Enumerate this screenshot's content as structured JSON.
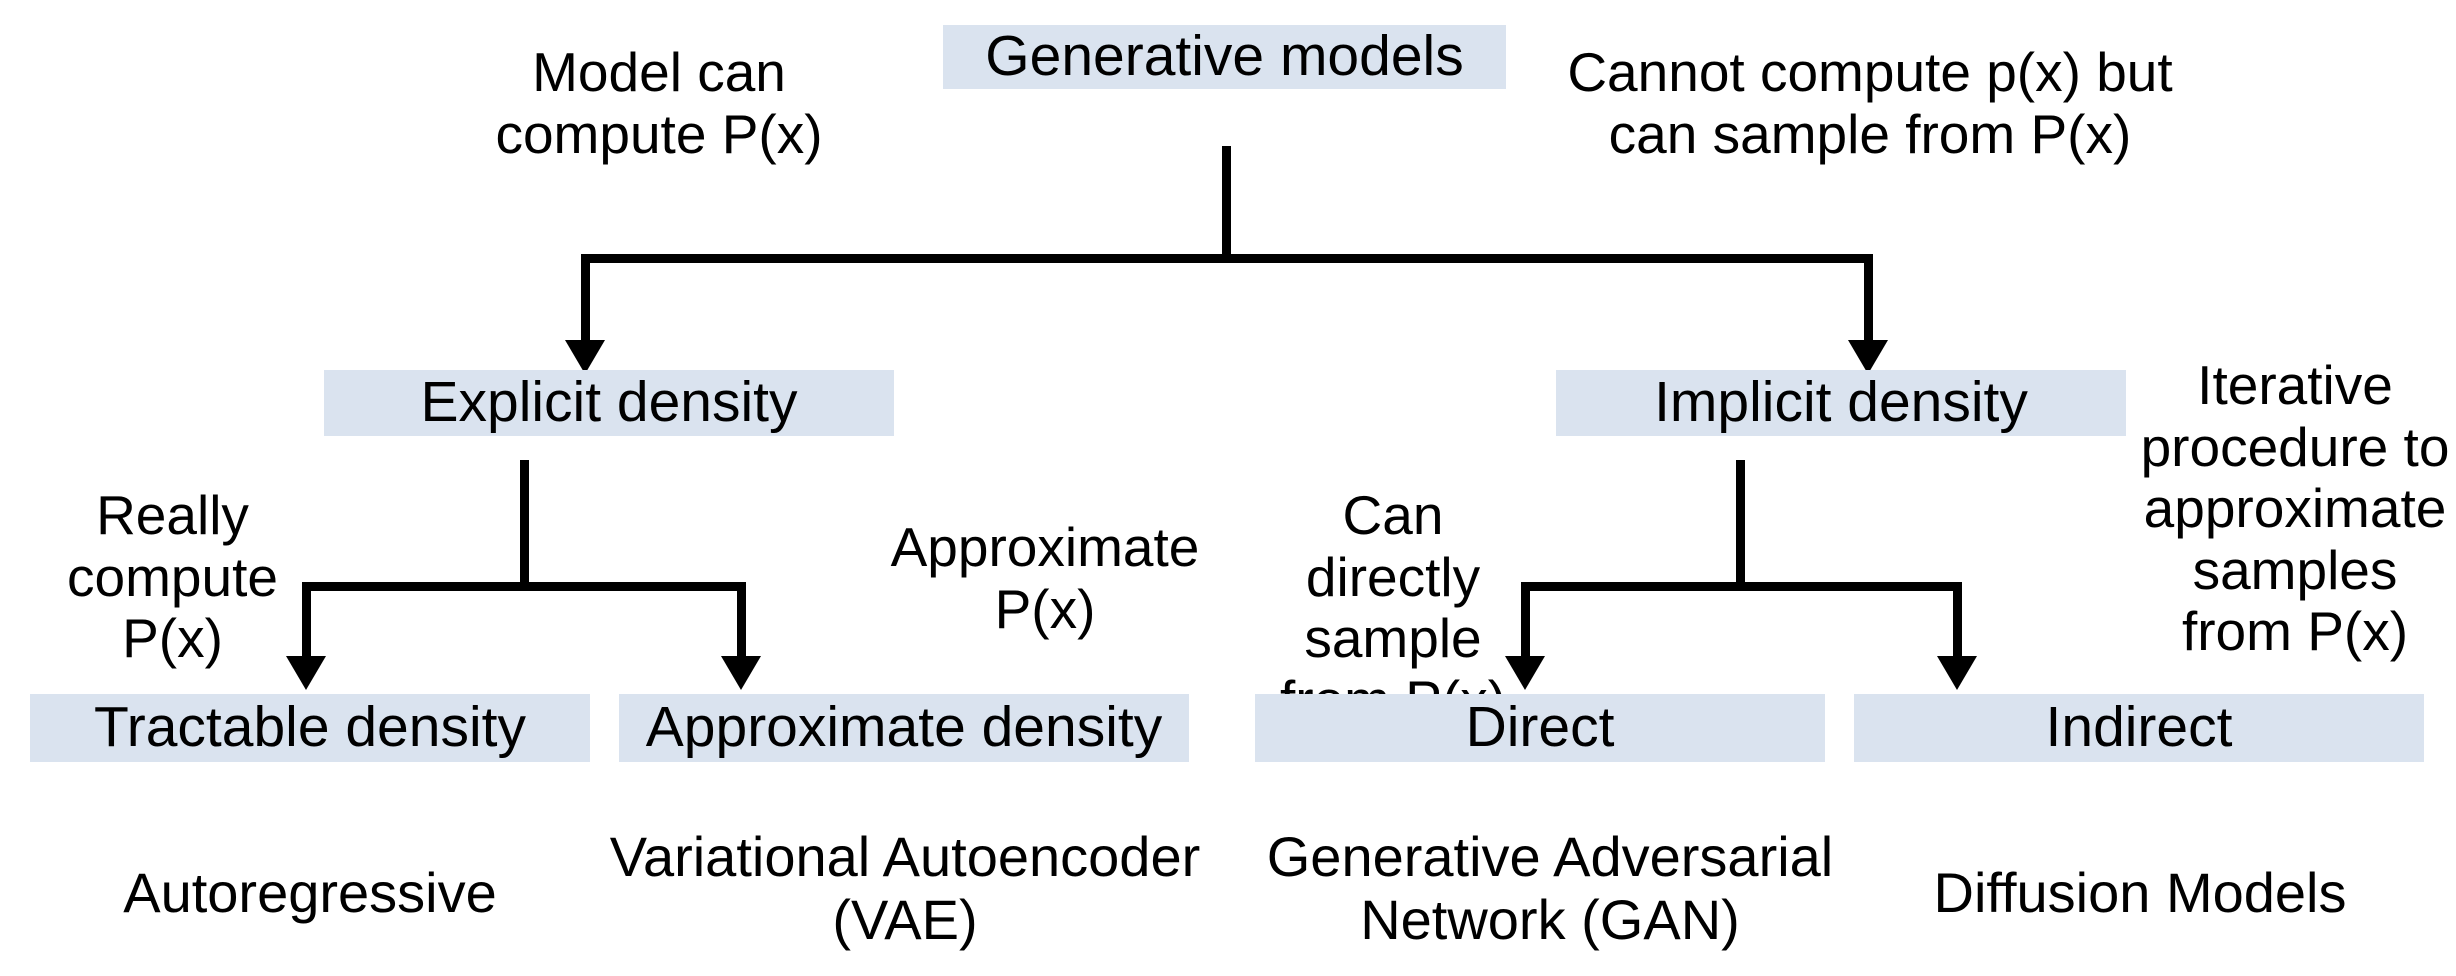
{
  "diagram": {
    "title_node": {
      "label": "Generative models"
    },
    "level1_edge_labels": {
      "left": "Model can\ncompute P(x)",
      "right": "Cannot compute p(x) but\ncan sample from P(x)"
    },
    "level1_nodes": [
      {
        "label": "Explicit density"
      },
      {
        "label": "Implicit density"
      }
    ],
    "level2_edge_labels": {
      "explicit_left": "Really\ncompute\nP(x)",
      "explicit_right": "Approximate\nP(x)",
      "implicit_left": "Can directly\nsample\nfrom P(x)",
      "implicit_right": "Iterative\nprocedure to\napproximate\nsamples\nfrom P(x)"
    },
    "level2_nodes": [
      {
        "label": "Tractable density"
      },
      {
        "label": "Approximate density"
      },
      {
        "label": "Direct"
      },
      {
        "label": "Indirect"
      }
    ],
    "captions": [
      {
        "label": "Autoregressive"
      },
      {
        "label": "Variational Autoencoder\n(VAE)"
      },
      {
        "label": "Generative Adversarial\nNetwork (GAN)"
      },
      {
        "label": "Diffusion Models"
      }
    ],
    "colors": {
      "node_fill": "#dae3ef",
      "connector": "#000000",
      "text": "#000000",
      "background": "#ffffff"
    }
  }
}
